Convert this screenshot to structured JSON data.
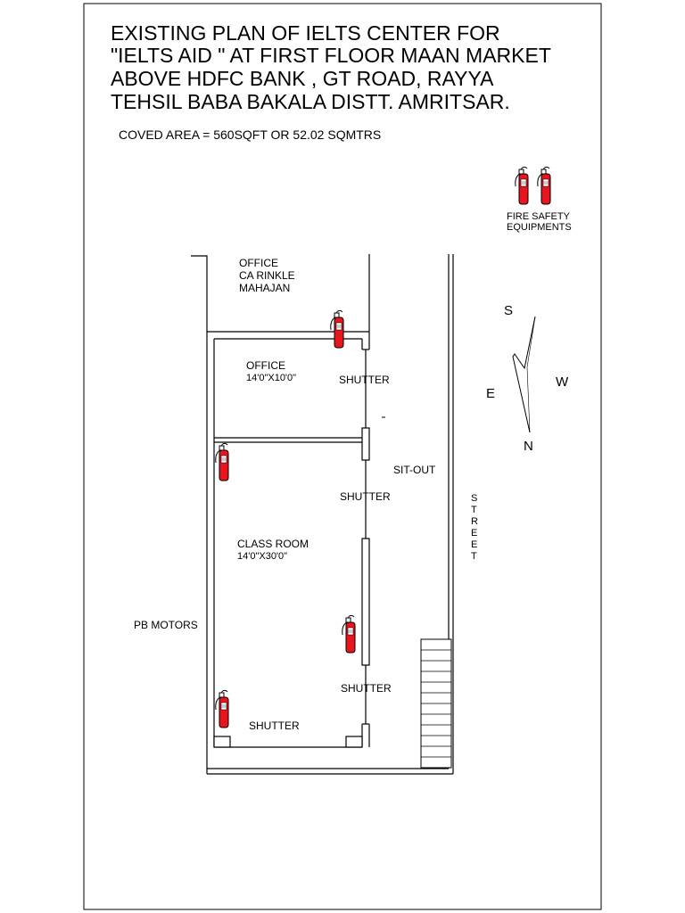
{
  "title_lines": [
    "EXISTING PLAN OF IELTS  CENTER FOR",
    "\"IELTS AID \" AT FIRST FLOOR MAAN MARKET",
    "ABOVE HDFC BANK , GT ROAD, RAYYA",
    "TEHSIL BABA BAKALA DISTT. AMRITSAR."
  ],
  "area_note": "COVED AREA = 560SQFT OR 52.02 SQMTRS",
  "legend": {
    "line1": "FIRE SAFETY",
    "line2": "EQUIPMENTS"
  },
  "office_ca": {
    "line1": "OFFICE",
    "line2": "CA RINKLE",
    "line3": "MAHAJAN"
  },
  "office": {
    "name": "OFFICE",
    "size": "14'0\"X10'0\""
  },
  "classroom": {
    "name": "CLASS ROOM",
    "size": "14'0\"X30'0\""
  },
  "shutters": [
    "SHUTTER",
    "SHUTTER",
    "SHUTTER",
    "SHUTTER"
  ],
  "sit_out": "SIT-OUT",
  "neighbor": "PB MOTORS",
  "street_letters": [
    "S",
    "T",
    "R",
    "E",
    "E",
    "T"
  ],
  "compass": {
    "n": "N",
    "s": "S",
    "e": "E",
    "w": "W"
  },
  "colors": {
    "extinguisher": "#e8141e",
    "line": "#000000"
  }
}
